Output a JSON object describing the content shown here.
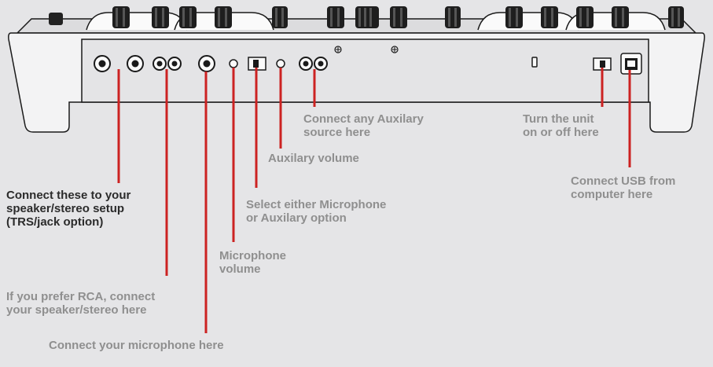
{
  "colors": {
    "background": "#e5e5e7",
    "device_body": "#f3f3f4",
    "outline": "#1a1a1a",
    "pointer": "#cc2222",
    "label_dark": "#2b2b2b",
    "label_grey": "#8f8f8f"
  },
  "labels": {
    "aux_source": [
      "Connect any Auxilary",
      "source here"
    ],
    "power": [
      "Turn the",
      "unit",
      "on or off here"
    ],
    "aux_volume": [
      "Auxilary volume"
    ],
    "usb": [
      "Connect USB from",
      "computer here"
    ],
    "outputs_trs": [
      "Connect these to your",
      "speaker/stereo setup",
      "(TRS/jack option)"
    ],
    "mic_aux_select": [
      "Select either Microphone",
      "or Auxilary option"
    ],
    "mic_volume": [
      "Microphone",
      "volume"
    ],
    "outputs_rca": [
      "If you prefer RCA, connect",
      "your speaker/stereo here"
    ],
    "microphone": [
      "Connect your microphone here"
    ]
  }
}
